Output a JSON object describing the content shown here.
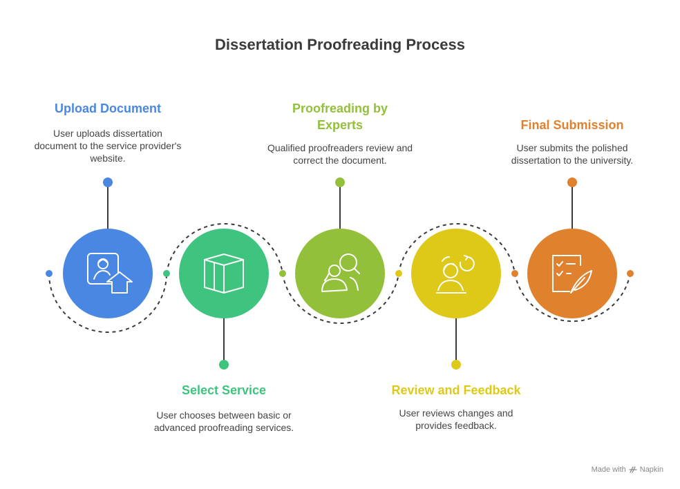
{
  "title": "Dissertation Proofreading Process",
  "colors": {
    "blue": "#4a87e2",
    "green": "#3ec47e",
    "lime": "#93c03a",
    "yellow": "#dfc918",
    "orange": "#e0812e"
  },
  "steps": [
    {
      "title": "Upload Document",
      "description": "User uploads dissertation document to the service provider's website.",
      "icon": "user-upload-icon"
    },
    {
      "title": "Select Service",
      "description": "User chooses between basic or advanced proofreading services.",
      "icon": "box-icon"
    },
    {
      "title": "Proofreading by Experts",
      "description": "Qualified proofreaders review and correct the document.",
      "icon": "people-magnifier-icon"
    },
    {
      "title": "Review and Feedback",
      "description": "User reviews changes and provides feedback.",
      "icon": "person-refresh-icon"
    },
    {
      "title": "Final Submission",
      "description": "User submits the polished dissertation to the university.",
      "icon": "checklist-quill-icon"
    }
  ],
  "footer": {
    "made_with": "Made with",
    "brand": "Napkin"
  }
}
